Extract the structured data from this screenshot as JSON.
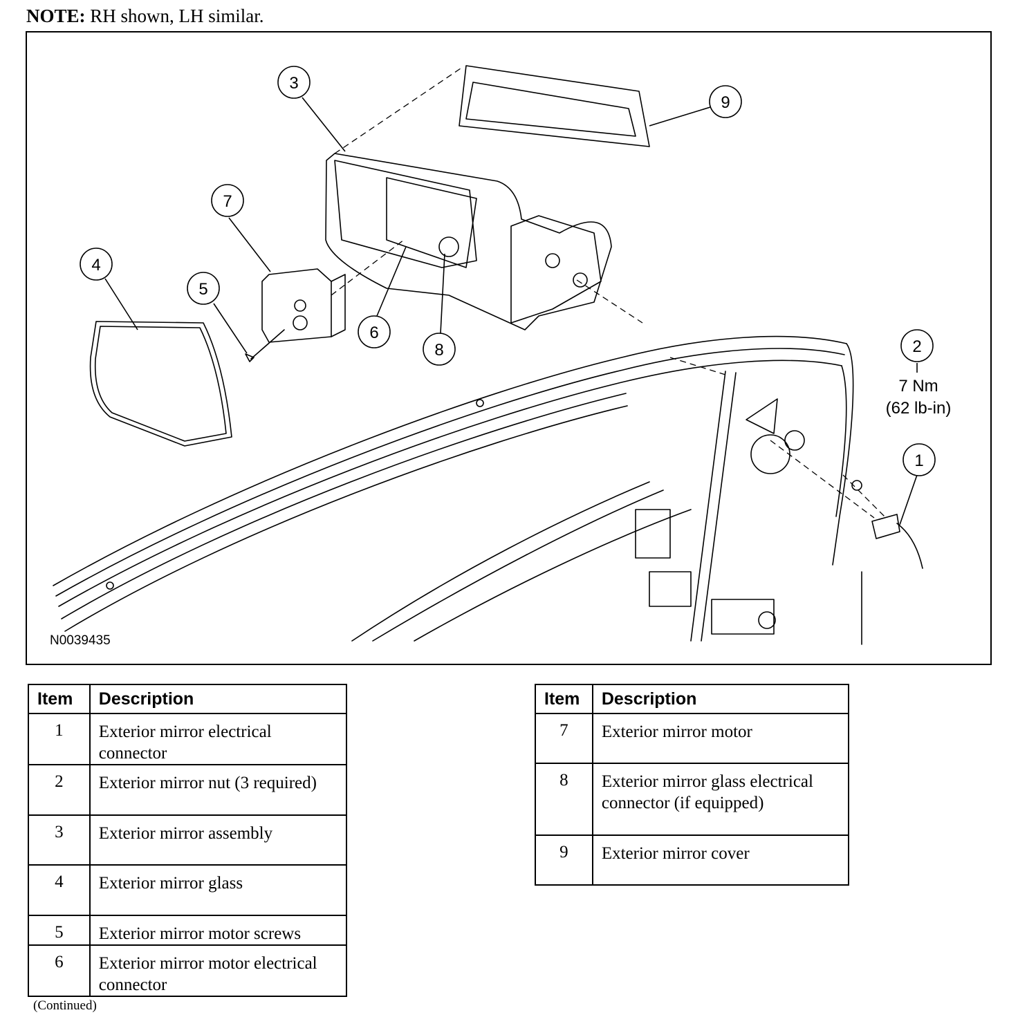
{
  "note": {
    "label": "NOTE:",
    "text": "RH shown, LH similar."
  },
  "figure": {
    "id": "N0039435",
    "callouts": [
      "1",
      "2",
      "3",
      "4",
      "5",
      "6",
      "7",
      "8",
      "9"
    ],
    "torque": {
      "nm": "7 Nm",
      "lbin": "(62 lb-in)"
    }
  },
  "table_left": {
    "headers": {
      "item": "Item",
      "description": "Description"
    },
    "rows": [
      {
        "item": "1",
        "description": "Exterior mirror electrical connector"
      },
      {
        "item": "2",
        "description": "Exterior mirror nut (3 required)"
      },
      {
        "item": "3",
        "description": "Exterior mirror assembly"
      },
      {
        "item": "4",
        "description": "Exterior mirror glass"
      },
      {
        "item": "5",
        "description": "Exterior mirror motor screws"
      },
      {
        "item": "6",
        "description": "Exterior mirror motor electrical connector"
      }
    ]
  },
  "table_right": {
    "headers": {
      "item": "Item",
      "description": "Description"
    },
    "rows": [
      {
        "item": "7",
        "description": "Exterior mirror motor"
      },
      {
        "item": "8",
        "description": "Exterior mirror glass electrical connector (if equipped)"
      },
      {
        "item": "9",
        "description": "Exterior mirror cover"
      }
    ]
  },
  "footer": {
    "continued": "(Continued)"
  }
}
